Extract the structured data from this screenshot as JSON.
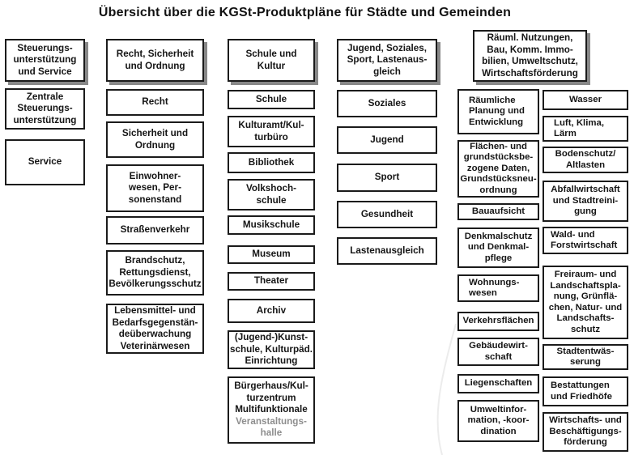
{
  "title": "Übersicht über die KGSt-Produktpläne für Städte und Gemeinden",
  "colors": {
    "background": "#ffffff",
    "box_border": "#1b1b1b",
    "text": "#151515",
    "header_shadow": "#888888",
    "muted_text": "#8e8e8e"
  },
  "columns": [
    {
      "id": "steuerung-service",
      "header": "Steuerungs-\nunterstützung\nund Service",
      "boxes": [
        "Zentrale\nSteuerungs-\nunterstützung",
        "Service"
      ]
    },
    {
      "id": "recht-sicherheit-ordnung",
      "header": "Recht, Sicherheit\nund Ordnung",
      "boxes": [
        "Recht",
        "Sicherheit und\nOrdnung",
        "Einwohner-\nwesen, Per-\nsonenstand",
        "Straßenverkehr",
        "Brandschutz,\nRettungsdienst,\nBevölkerungsschutz",
        "Lebensmittel- und\nBedarfsgegenstän-\ndeüberwachung\nVeterinärwesen"
      ]
    },
    {
      "id": "schule-kultur",
      "header": "Schule und\nKultur",
      "boxes": [
        "Schule",
        "Kulturamt/Kul-\nturbüro",
        "Bibliothek",
        "Volkshoch-\nschule",
        "Musikschule",
        "Museum",
        "Theater",
        "Archiv",
        "(Jugend-)Kunst-\nschule, Kulturpäd.\nEinrichtung"
      ],
      "special": {
        "main": "Bürgerhaus/Kul-\nturzentrum\nMultifunktionale",
        "muted": "Veranstaltungs-\nhalle"
      }
    },
    {
      "id": "jugend-soziales-sport",
      "header": "Jugend, Soziales,\nSport, Lastenaus-\ngleich",
      "boxes": [
        "Soziales",
        "Jugend",
        "Sport",
        "Gesundheit",
        "Lastenausgleich"
      ]
    },
    {
      "id": "raeumliche-nutzungen",
      "header": "Räuml. Nutzungen,\nBau, Komm. Immo-\nbilien, Umweltschutz,\nWirtschaftsförderung",
      "left": [
        "Räumliche\nPlanung und\nEntwicklung",
        "Flächen- und\ngrundstücksbe-\nzogene Daten,\nGrundstücksneu-\nordnung",
        "Bauaufsicht",
        "Denkmalschutz\nund Denkmal-\npflege",
        "Wohnungs-\nwesen",
        "Verkehrsflächen",
        "Gebäudewirt-\nschaft",
        "Liegenschaften",
        "Umweltinfor-\nmation, -koor-\ndination"
      ],
      "right": [
        "Wasser",
        "Luft, Klima,\nLärm",
        "Bodenschutz/\nAltlasten",
        "Abfallwirtschaft\nund Stadtreini-\ngung",
        "Wald- und\nForstwirtschaft",
        "Freiraum- und\nLandschaftspla-\nnung, Grünflä-\nchen, Natur- und\nLandschafts-\nschutz",
        "Stadtentwäs-\nserung",
        "Bestattungen\nund Friedhöfe",
        "Wirtschafts- und\nBeschäftigungs-\nförderung"
      ]
    }
  ]
}
